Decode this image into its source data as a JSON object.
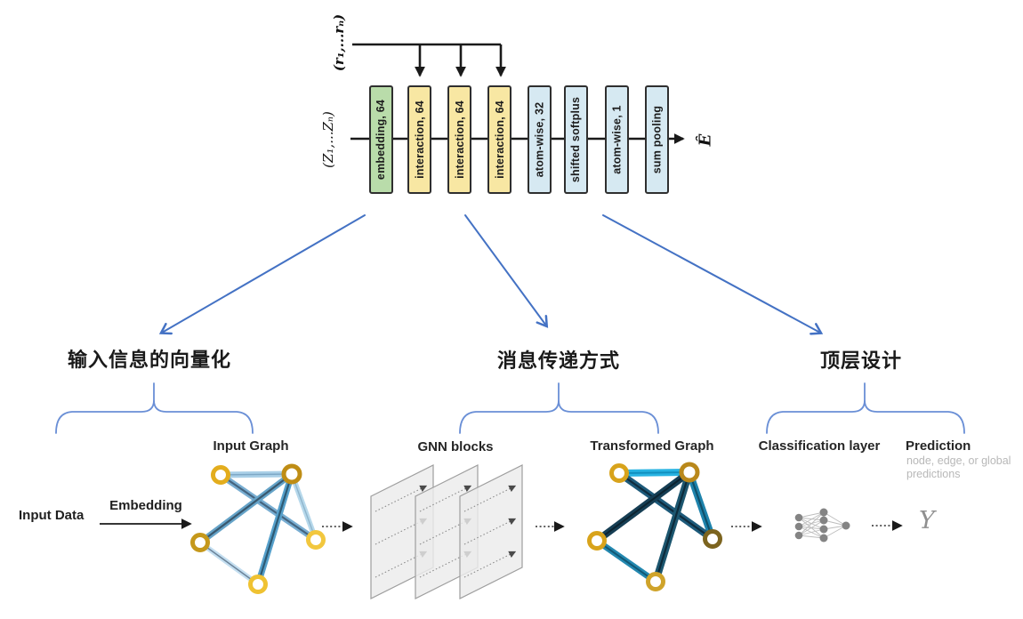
{
  "colors": {
    "embedding_block": "#b9dcaa",
    "interaction_block": "#f8e7a3",
    "dense_block": "#d6e9f2",
    "block_border": "#2f2f2f",
    "arrow_blue": "#4472c4",
    "brace_blue": "#6a8fd6",
    "node_ring_gold": "#d9a61b",
    "edge_cyan": "#27b3e2",
    "muted_gray": "#b8b8b8"
  },
  "network": {
    "input_labels": {
      "z": "(Z₁,...Zₙ)",
      "r": "(r₁,...rₙ)"
    },
    "output_label": "Ê",
    "blocks": [
      {
        "label": "embedding, 64"
      },
      {
        "label": "interaction, 64"
      },
      {
        "label": "interaction, 64"
      },
      {
        "label": "interaction, 64"
      },
      {
        "label": "atom-wise, 32"
      },
      {
        "label": "shifted softplus"
      },
      {
        "label": "atom-wise, 1"
      },
      {
        "label": "sum pooling"
      }
    ]
  },
  "annotations": {
    "vectorization": "输入信息的向量化",
    "message_passing": "消息传递方式",
    "top_design": "顶层设计"
  },
  "pipeline": {
    "input_data": "Input Data",
    "embedding": "Embedding",
    "input_graph": "Input Graph",
    "gnn_blocks": "GNN blocks",
    "transformed_graph": "Transformed Graph",
    "classification_layer": "Classification layer",
    "prediction": "Prediction",
    "prediction_note": "node, edge, or global predictions",
    "output_symbol": "Y"
  }
}
